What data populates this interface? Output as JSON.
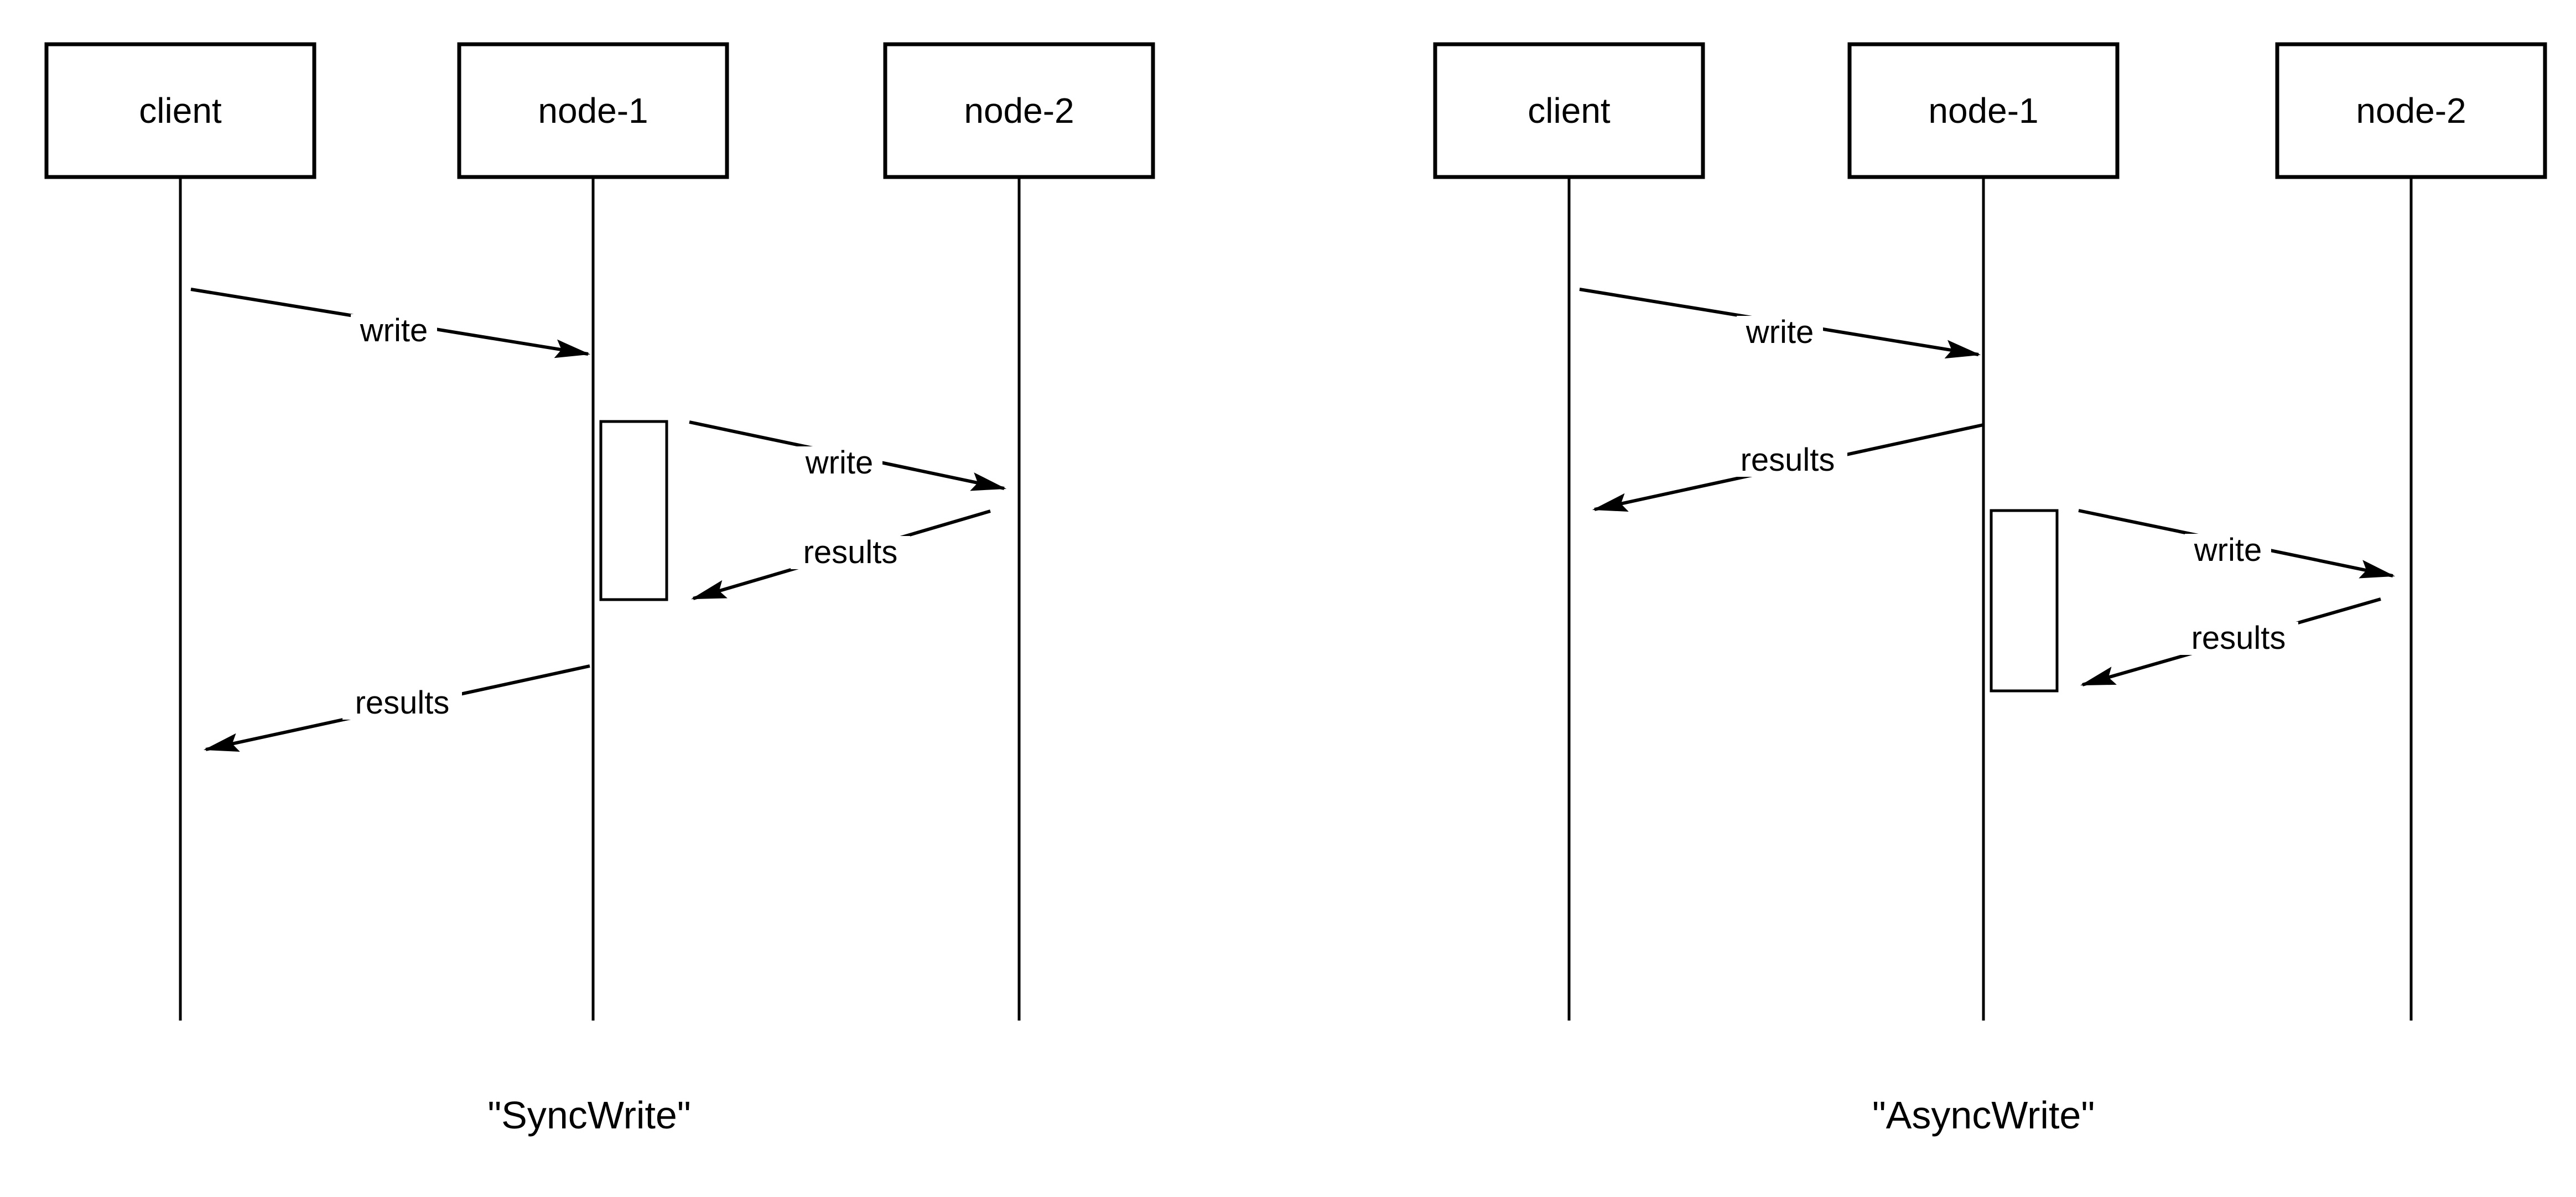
{
  "colors": {
    "background": "#ffffff",
    "stroke": "#000000",
    "text": "#000000"
  },
  "diagrams": [
    {
      "id": "sync-write",
      "caption": "\"SyncWrite\"",
      "actors": [
        {
          "label": "client"
        },
        {
          "label": "node-1"
        },
        {
          "label": "node-2"
        }
      ],
      "messages": [
        {
          "label": "write",
          "from": "client",
          "to": "node-1"
        },
        {
          "label": "write",
          "from": "node-1",
          "to": "node-2"
        },
        {
          "label": "results",
          "from": "node-2",
          "to": "node-1"
        },
        {
          "label": "results",
          "from": "node-1",
          "to": "client"
        }
      ]
    },
    {
      "id": "async-write",
      "caption": "\"AsyncWrite\"",
      "actors": [
        {
          "label": "client"
        },
        {
          "label": "node-1"
        },
        {
          "label": "node-2"
        }
      ],
      "messages": [
        {
          "label": "write",
          "from": "client",
          "to": "node-1"
        },
        {
          "label": "results",
          "from": "node-1",
          "to": "client"
        },
        {
          "label": "write",
          "from": "node-1",
          "to": "node-2"
        },
        {
          "label": "results",
          "from": "node-2",
          "to": "node-1"
        }
      ]
    }
  ]
}
